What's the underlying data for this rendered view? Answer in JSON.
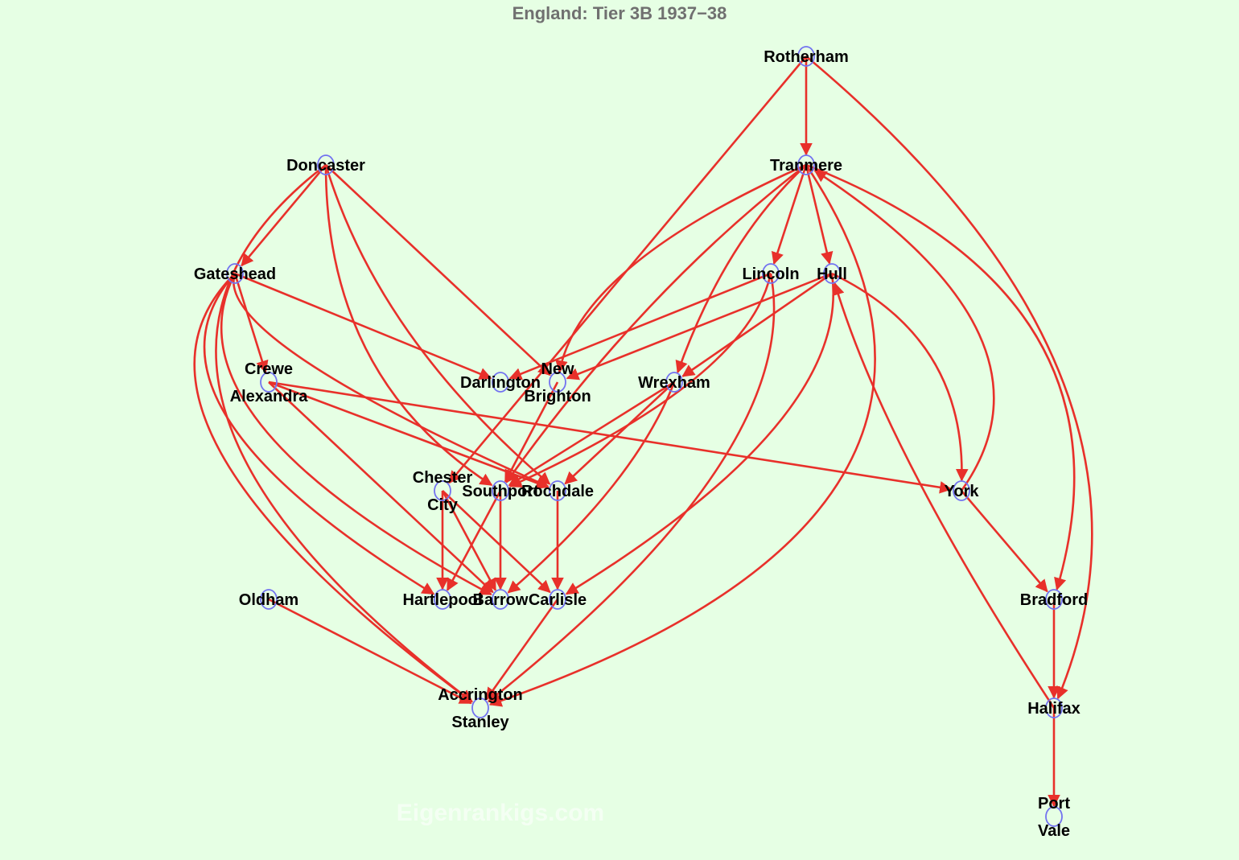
{
  "title": "England: Tier 3B 1937−38",
  "watermark": "Eigenrankigs.com",
  "colors": {
    "background": "#e6ffe4",
    "edge": "#e8302a",
    "node_outline": "#7272f0",
    "title": "#707070"
  },
  "nodes": [
    {
      "id": "rotherham",
      "lines": [
        "Rotherham"
      ]
    },
    {
      "id": "tranmere",
      "lines": [
        "Tranmere"
      ]
    },
    {
      "id": "doncaster",
      "lines": [
        "Doncaster"
      ]
    },
    {
      "id": "gateshead",
      "lines": [
        "Gateshead"
      ]
    },
    {
      "id": "lincoln",
      "lines": [
        "Lincoln"
      ]
    },
    {
      "id": "hull",
      "lines": [
        "Hull"
      ]
    },
    {
      "id": "crewe",
      "lines": [
        "Crewe",
        "Alexandra"
      ]
    },
    {
      "id": "darlington",
      "lines": [
        "Darlington"
      ]
    },
    {
      "id": "newbrighton",
      "lines": [
        "New",
        "Brighton"
      ]
    },
    {
      "id": "wrexham",
      "lines": [
        "Wrexham"
      ]
    },
    {
      "id": "chester",
      "lines": [
        "Chester",
        "City"
      ]
    },
    {
      "id": "southport",
      "lines": [
        "Southport"
      ]
    },
    {
      "id": "rochdale",
      "lines": [
        "Rochdale"
      ]
    },
    {
      "id": "york",
      "lines": [
        "York"
      ]
    },
    {
      "id": "oldham",
      "lines": [
        "Oldham"
      ]
    },
    {
      "id": "hartlepool",
      "lines": [
        "Hartlepool"
      ]
    },
    {
      "id": "barrow",
      "lines": [
        "Barrow"
      ]
    },
    {
      "id": "carlisle",
      "lines": [
        "Carlisle"
      ]
    },
    {
      "id": "bradford",
      "lines": [
        "Bradford"
      ]
    },
    {
      "id": "accrington",
      "lines": [
        "Accrington",
        "Stanley"
      ]
    },
    {
      "id": "halifax",
      "lines": [
        "Halifax"
      ]
    },
    {
      "id": "portvale",
      "lines": [
        "Port",
        "Vale"
      ]
    }
  ],
  "edges": [
    {
      "from": "rotherham",
      "to": "tranmere"
    },
    {
      "from": "rotherham",
      "to": "chester"
    },
    {
      "from": "rotherham",
      "to": "halifax"
    },
    {
      "from": "doncaster",
      "to": "gateshead"
    },
    {
      "from": "doncaster",
      "to": "newbrighton"
    },
    {
      "from": "doncaster",
      "to": "rochdale"
    },
    {
      "from": "doncaster",
      "to": "southport"
    },
    {
      "from": "doncaster",
      "to": "accrington"
    },
    {
      "from": "tranmere",
      "to": "lincoln"
    },
    {
      "from": "tranmere",
      "to": "hull"
    },
    {
      "from": "tranmere",
      "to": "newbrighton"
    },
    {
      "from": "tranmere",
      "to": "wrexham"
    },
    {
      "from": "tranmere",
      "to": "southport"
    },
    {
      "from": "tranmere",
      "to": "bradford"
    },
    {
      "from": "tranmere",
      "to": "accrington"
    },
    {
      "from": "york",
      "to": "tranmere"
    },
    {
      "from": "gateshead",
      "to": "crewe"
    },
    {
      "from": "gateshead",
      "to": "darlington"
    },
    {
      "from": "gateshead",
      "to": "hartlepool"
    },
    {
      "from": "gateshead",
      "to": "barrow"
    },
    {
      "from": "gateshead",
      "to": "rochdale"
    },
    {
      "from": "gateshead",
      "to": "accrington"
    },
    {
      "from": "lincoln",
      "to": "darlington"
    },
    {
      "from": "lincoln",
      "to": "southport"
    },
    {
      "from": "lincoln",
      "to": "accrington"
    },
    {
      "from": "hull",
      "to": "newbrighton"
    },
    {
      "from": "hull",
      "to": "wrexham"
    },
    {
      "from": "hull",
      "to": "york"
    },
    {
      "from": "hull",
      "to": "carlisle"
    },
    {
      "from": "halifax",
      "to": "hull"
    },
    {
      "from": "crewe",
      "to": "york"
    },
    {
      "from": "crewe",
      "to": "rochdale"
    },
    {
      "from": "crewe",
      "to": "barrow"
    },
    {
      "from": "newbrighton",
      "to": "southport"
    },
    {
      "from": "wrexham",
      "to": "southport"
    },
    {
      "from": "wrexham",
      "to": "rochdale"
    },
    {
      "from": "wrexham",
      "to": "barrow"
    },
    {
      "from": "chester",
      "to": "hartlepool"
    },
    {
      "from": "chester",
      "to": "barrow"
    },
    {
      "from": "chester",
      "to": "carlisle"
    },
    {
      "from": "southport",
      "to": "hartlepool"
    },
    {
      "from": "southport",
      "to": "barrow"
    },
    {
      "from": "rochdale",
      "to": "carlisle"
    },
    {
      "from": "york",
      "to": "bradford"
    },
    {
      "from": "bradford",
      "to": "halifax"
    },
    {
      "from": "halifax",
      "to": "portvale"
    },
    {
      "from": "oldham",
      "to": "accrington"
    },
    {
      "from": "carlisle",
      "to": "accrington"
    }
  ]
}
